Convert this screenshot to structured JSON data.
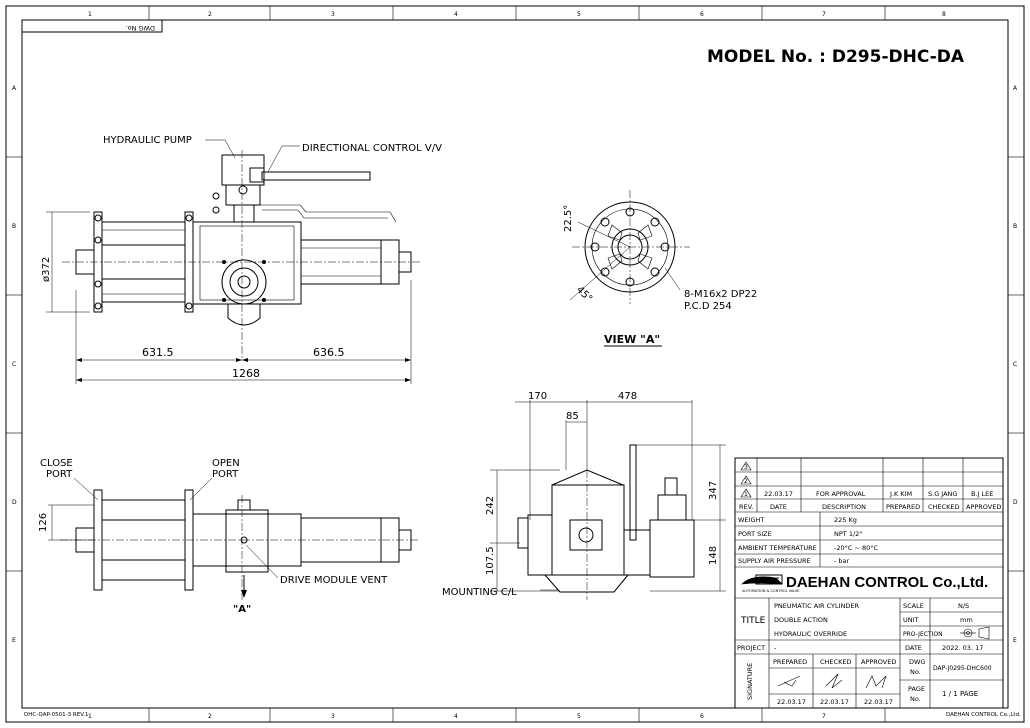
{
  "header": {
    "dwg_no_label": "DWG No.",
    "model": "MODEL No. : D295-DHC-DA"
  },
  "grid": {
    "cols": [
      "1",
      "2",
      "3",
      "4",
      "5",
      "6",
      "7",
      "8"
    ],
    "rows": [
      "A",
      "B",
      "C",
      "D",
      "E"
    ]
  },
  "front_view": {
    "hydraulic_pump": "HYDRAULIC PUMP",
    "directional_valve": "DIRECTIONAL CONTROL V/V",
    "dia": "ø372",
    "left_len": "631.5",
    "right_len": "636.5",
    "total_len": "1268"
  },
  "view_a": {
    "angle1": "22.5°",
    "angle2": "45°",
    "holes": "8-M16x2 DP22",
    "pcd": "P.C.D 254",
    "title": "VIEW \"A\""
  },
  "side_view": {
    "d170": "170",
    "d478": "478",
    "d85": "85",
    "d242": "242",
    "d347": "347",
    "d107": "107.5",
    "d148": "148",
    "mounting": "MOUNTING C/L"
  },
  "bottom_view": {
    "close_port_1": "CLOSE",
    "close_port_2": "PORT",
    "open_port_1": "OPEN",
    "open_port_2": "PORT",
    "d126": "126",
    "vent": "DRIVE MODULE VENT",
    "arrow_label": "\"A\""
  },
  "revisions": {
    "rows": [
      {
        "sym": "3",
        "date": "",
        "desc": "",
        "prep": "",
        "chk": "",
        "appr": ""
      },
      {
        "sym": "2",
        "date": "",
        "desc": "",
        "prep": "",
        "chk": "",
        "appr": ""
      },
      {
        "sym": "1",
        "date": "22.03.17",
        "desc": "FOR APPROVAL",
        "prep": "J.K KIM",
        "chk": "S.G JANG",
        "appr": "B.J LEE"
      }
    ],
    "headers": [
      "REV.",
      "DATE",
      "DESCRIPTION",
      "PREPARED",
      "CHECKED",
      "APPROVED"
    ]
  },
  "specs": [
    {
      "label": "WEIGHT",
      "value": "225 Kg"
    },
    {
      "label": "PORT SIZE",
      "value": "NPT 1/2\""
    },
    {
      "label": "AMBIENT TEMPERATURE",
      "value": "-20°C ~ 80°C"
    },
    {
      "label": "SUPPLY AIR PRESSURE",
      "value": "- bar"
    }
  ],
  "company": {
    "logo": "D.H.C",
    "logo_sub": "AUTOMATION & CONTROL VALVE",
    "name": "DAEHAN CONTROL Co.,Ltd."
  },
  "title_block": {
    "title_label": "TITLE",
    "lines": [
      "PNEUMATIC AIR CYLINDER",
      "DOUBLE ACTION",
      "HYDRAULIC OVERRIDE"
    ],
    "scale_label": "SCALE",
    "scale": "N/S",
    "unit_label": "UNIT",
    "unit": "mm",
    "proj_label": "PRO-JECTION",
    "project_label": "PROJECT",
    "project": "-",
    "date_label": "DATE",
    "date": "2022. 03. 17",
    "sig_label": "SIGNATURE",
    "sig_heads": [
      "PREPARED",
      "CHECKED",
      "APPROVED"
    ],
    "sig_dates": [
      "22.03.17",
      "22.03.17",
      "22.03.17"
    ],
    "dwg_label_1": "DWG",
    "dwg_label_2": "No.",
    "dwg_no": "DAP-J0295-DHC600",
    "page_label_1": "PAGE",
    "page_label_2": "No.",
    "page": "1 / 1  PAGE"
  },
  "footer": {
    "left": "DHC-QAP-0501-3  REV.1",
    "right": "DAEHAN CONTROL Co.,Ltd."
  }
}
